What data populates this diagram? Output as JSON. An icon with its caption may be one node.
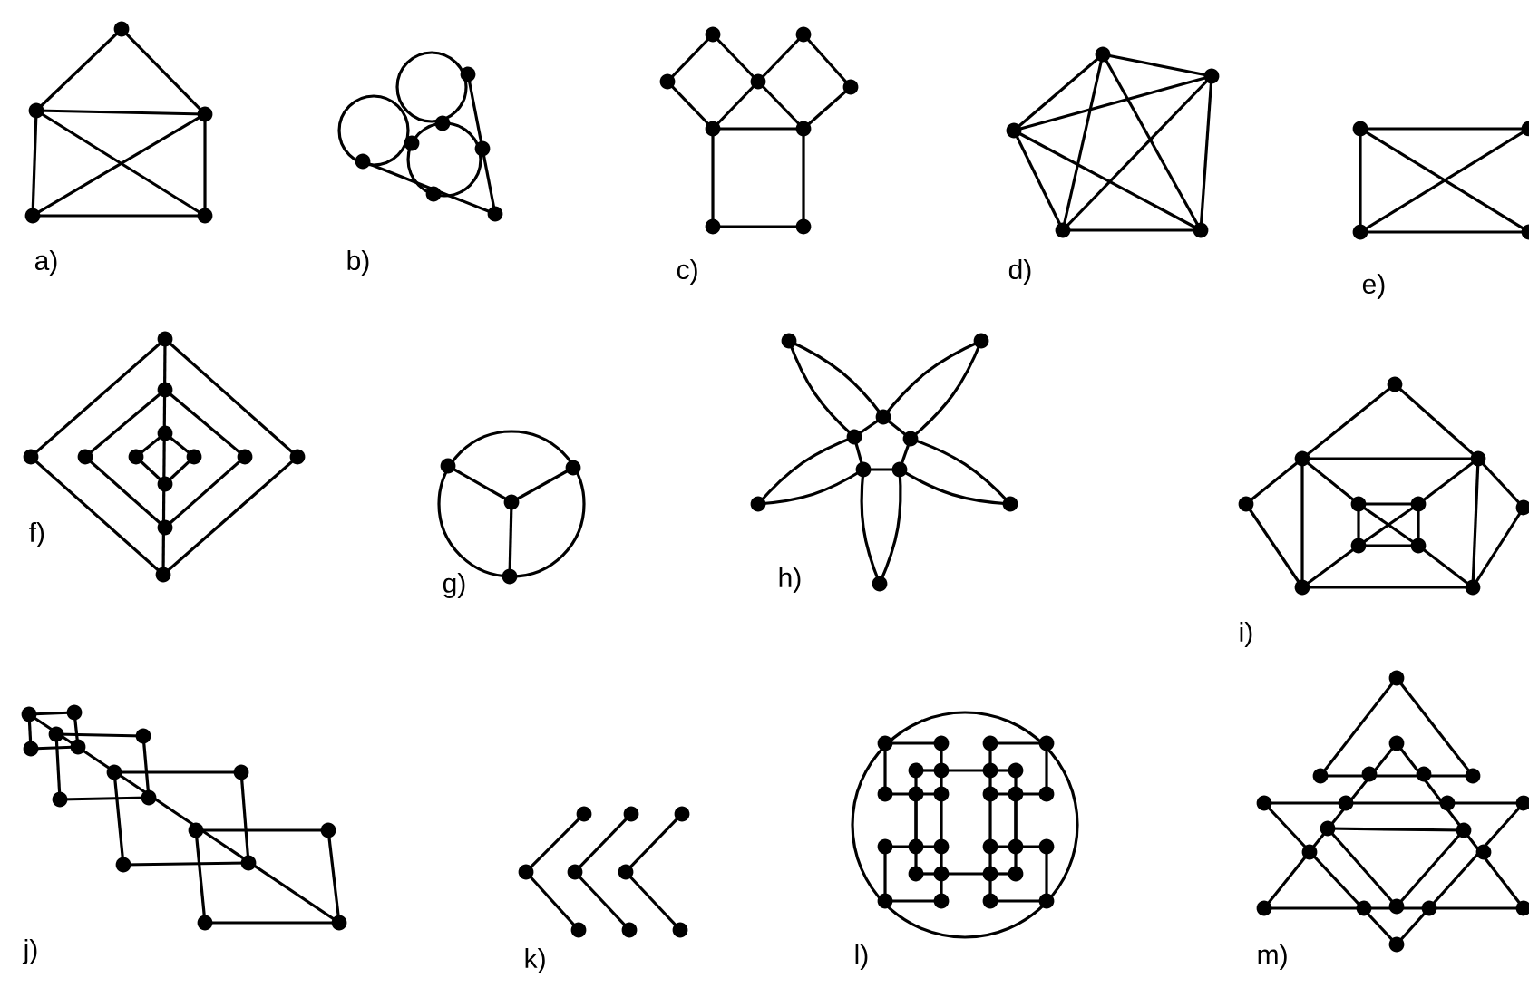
{
  "diagram": {
    "labels": [
      "a)",
      "b)",
      "c)",
      "d)",
      "e)",
      "f)",
      "g)",
      "h)",
      "i)",
      "j)",
      "k)",
      "l)",
      "m)"
    ]
  }
}
